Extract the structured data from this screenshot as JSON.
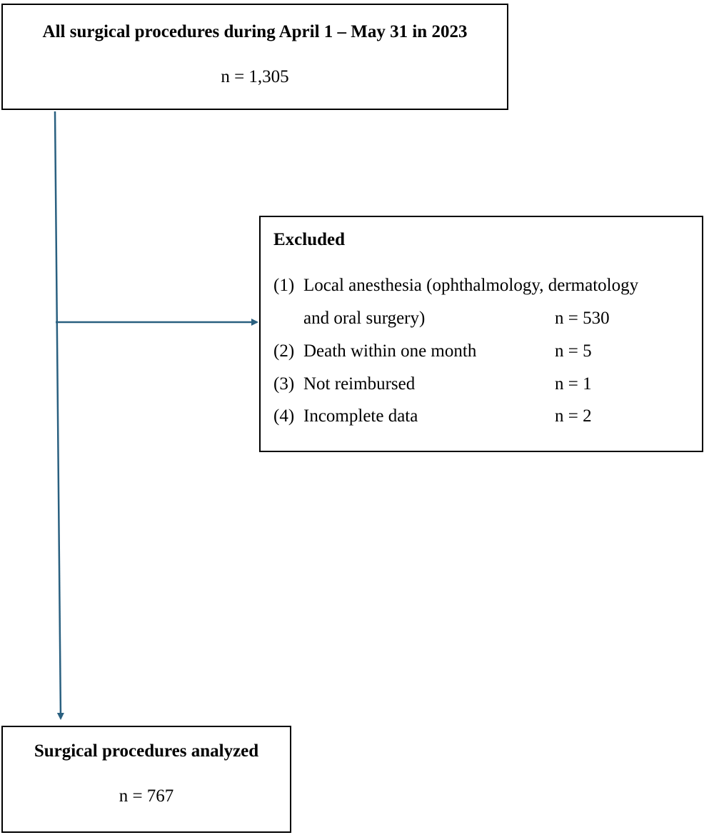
{
  "top": {
    "title": "All surgical procedures during April 1 – May 31 in 2023",
    "count": "n = 1,305"
  },
  "excluded": {
    "heading": "Excluded",
    "items": [
      {
        "num": "(1)",
        "label": "Local anesthesia (ophthalmology, dermatology",
        "label_cont": "and oral surgery)",
        "count": "n = 530"
      },
      {
        "num": "(2)",
        "label": "Death within one month",
        "count": "n = 5"
      },
      {
        "num": "(3)",
        "label": "Not reimbursed",
        "count": "n = 1"
      },
      {
        "num": "(4)",
        "label": "Incomplete data",
        "count": "n = 2"
      }
    ]
  },
  "bottom": {
    "title": "Surgical procedures analyzed",
    "count": "n = 767"
  },
  "colors": {
    "arrow": "#2a6080",
    "border": "#000000"
  }
}
